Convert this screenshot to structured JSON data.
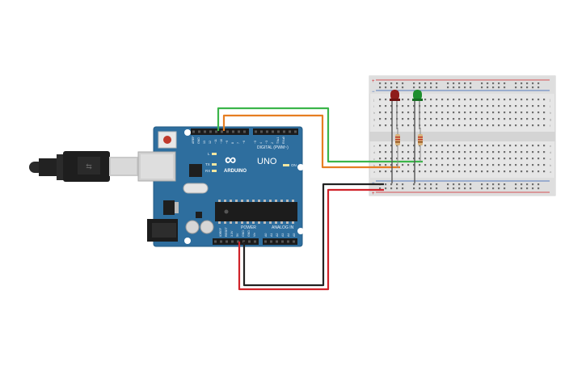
{
  "board": {
    "brand": "ARDUINO",
    "model": "UNO",
    "logo_symbol": "∞",
    "digital_label": "DIGITAL (PWM~)",
    "power_label": "POWER",
    "analog_label": "ANALOG IN",
    "tx_label": "TX",
    "rx_label": "RX",
    "l_label": "L",
    "on_label": "ON",
    "aref_label": "AREF",
    "gnd_label": "GND",
    "top_pins": [
      "13",
      "12",
      "~11",
      "~10",
      "~9",
      "8",
      "7",
      "~6",
      "~5",
      "4",
      "~3",
      "2",
      "TX▸1",
      "RX◂0"
    ],
    "power_pins": [
      "IOREF",
      "RESET",
      "3.3V",
      "5V",
      "GND",
      "GND",
      "Vin"
    ],
    "analog_pins": [
      "A0",
      "A1",
      "A2",
      "A3",
      "A4",
      "A5"
    ]
  },
  "breadboard": {
    "row_letters_top": [
      "j",
      "i",
      "h",
      "g",
      "f"
    ],
    "row_letters_bottom": [
      "e",
      "d",
      "c",
      "b",
      "a"
    ],
    "plus": "+",
    "minus": "−"
  },
  "colors": {
    "board": "#2e6e9e",
    "board_edge": "#255c86",
    "breadboard": "#e6e6e6",
    "wire_green": "#3bb54a",
    "wire_orange": "#e67e22",
    "wire_black": "#222222",
    "wire_red": "#d0232a",
    "led_red": "#8e1b1b",
    "led_green": "#1e8f2e"
  }
}
